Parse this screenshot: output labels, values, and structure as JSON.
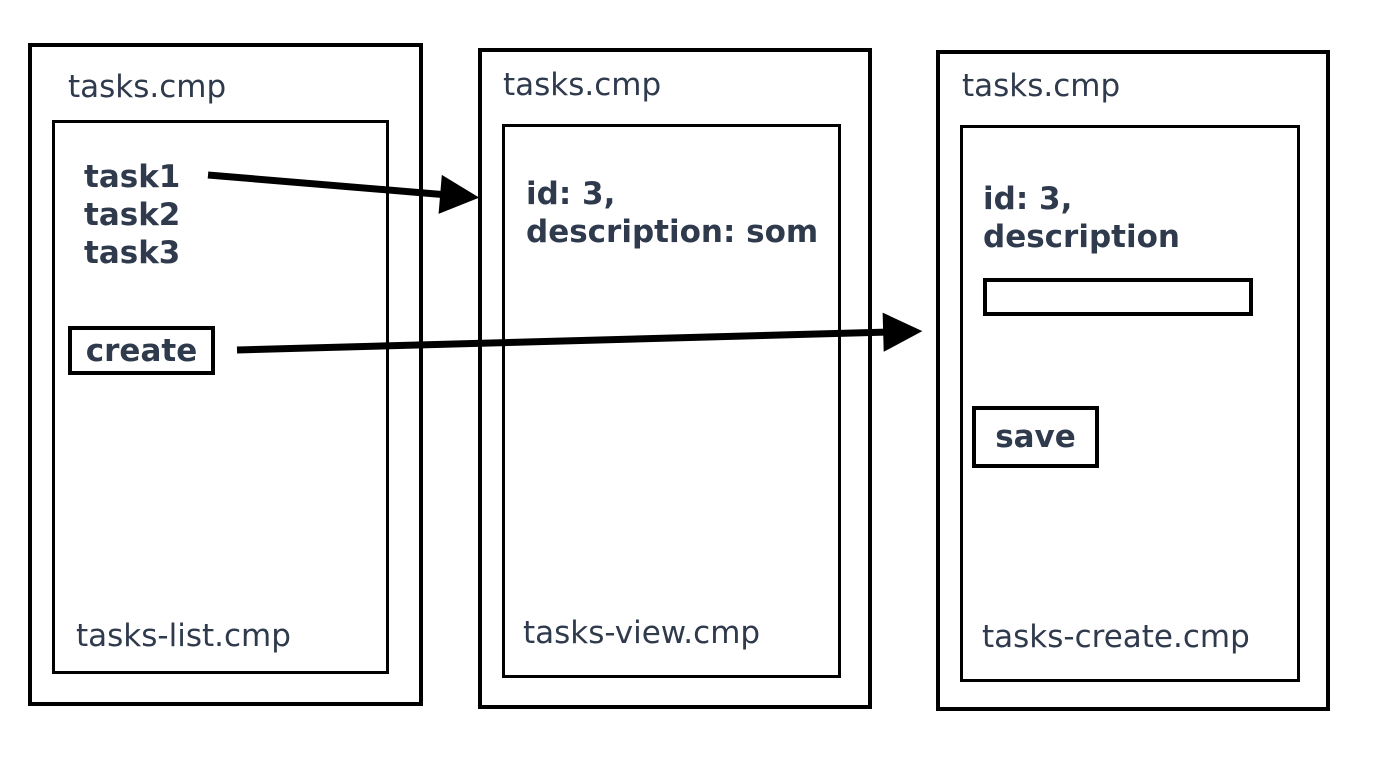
{
  "colors": {
    "text": "#2f3a4d",
    "line": "#000000",
    "background": "#ffffff"
  },
  "panels": [
    {
      "outer_label": "tasks.cmp",
      "inner_label": "tasks-list.cmp",
      "tasks": [
        "task1",
        "task2",
        "task3"
      ],
      "button_label": "create"
    },
    {
      "outer_label": "tasks.cmp",
      "inner_label": "tasks-view.cmp",
      "content_lines": [
        "id: 3,",
        "description: som"
      ]
    },
    {
      "outer_label": "tasks.cmp",
      "inner_label": "tasks-create.cmp",
      "content_lines": [
        "id: 3,",
        "description"
      ],
      "input_value": "",
      "button_label": "save"
    }
  ],
  "arrows": [
    {
      "name": "task1-to-tasks-view",
      "from": "task1",
      "to": "tasks-view panel"
    },
    {
      "name": "create-to-tasks-create",
      "from": "create button",
      "to": "tasks-create panel"
    }
  ]
}
